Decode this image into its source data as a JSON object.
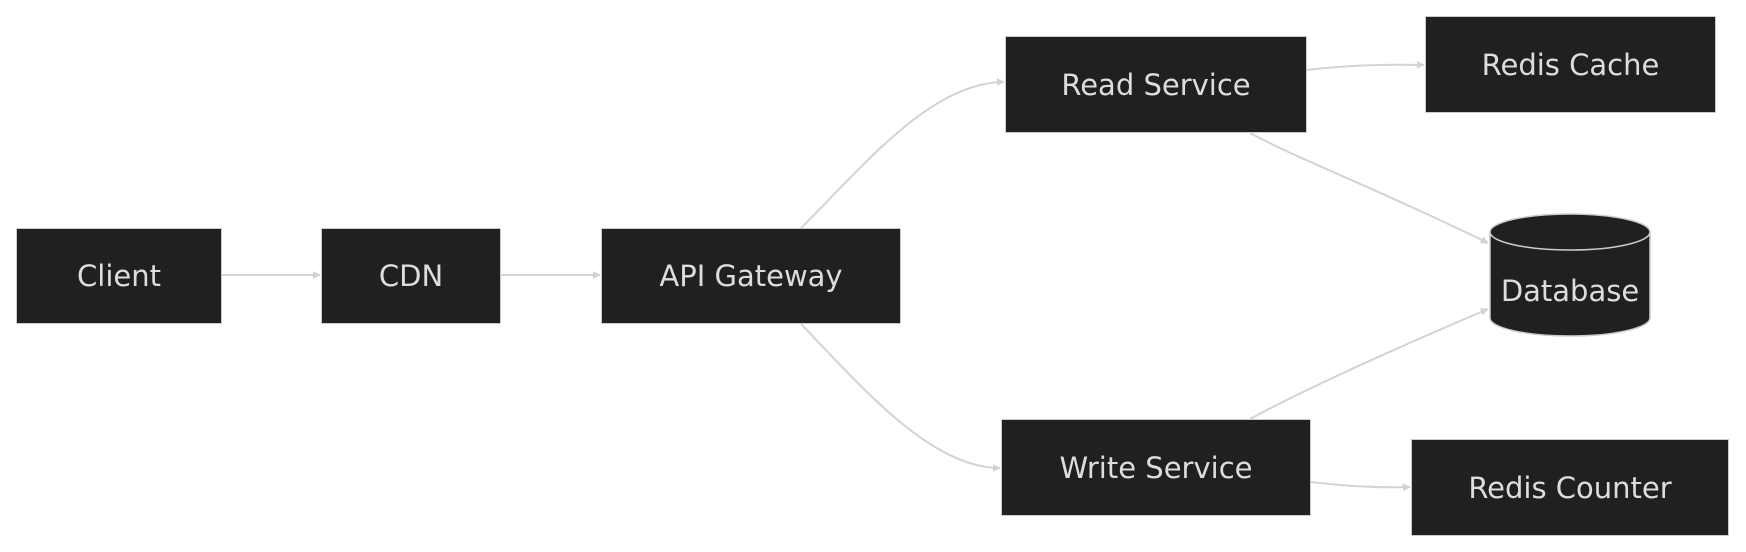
{
  "diagram": {
    "nodes": {
      "client": "Client",
      "cdn": "CDN",
      "api_gateway": "API Gateway",
      "read_service": "Read Service",
      "write_service": "Write Service",
      "redis_cache": "Redis Cache",
      "redis_counter": "Redis Counter",
      "database": "Database"
    },
    "edges": [
      {
        "from": "Client",
        "to": "CDN"
      },
      {
        "from": "CDN",
        "to": "API Gateway"
      },
      {
        "from": "API Gateway",
        "to": "Read Service"
      },
      {
        "from": "API Gateway",
        "to": "Write Service"
      },
      {
        "from": "Read Service",
        "to": "Redis Cache"
      },
      {
        "from": "Read Service",
        "to": "Database"
      },
      {
        "from": "Write Service",
        "to": "Database"
      },
      {
        "from": "Write Service",
        "to": "Redis Counter"
      }
    ]
  },
  "colors": {
    "node_fill": "#1f2020",
    "node_border": "#cccccc",
    "text": "#dddddd",
    "edge": "#d3d3d3",
    "background": "#ffffff"
  }
}
